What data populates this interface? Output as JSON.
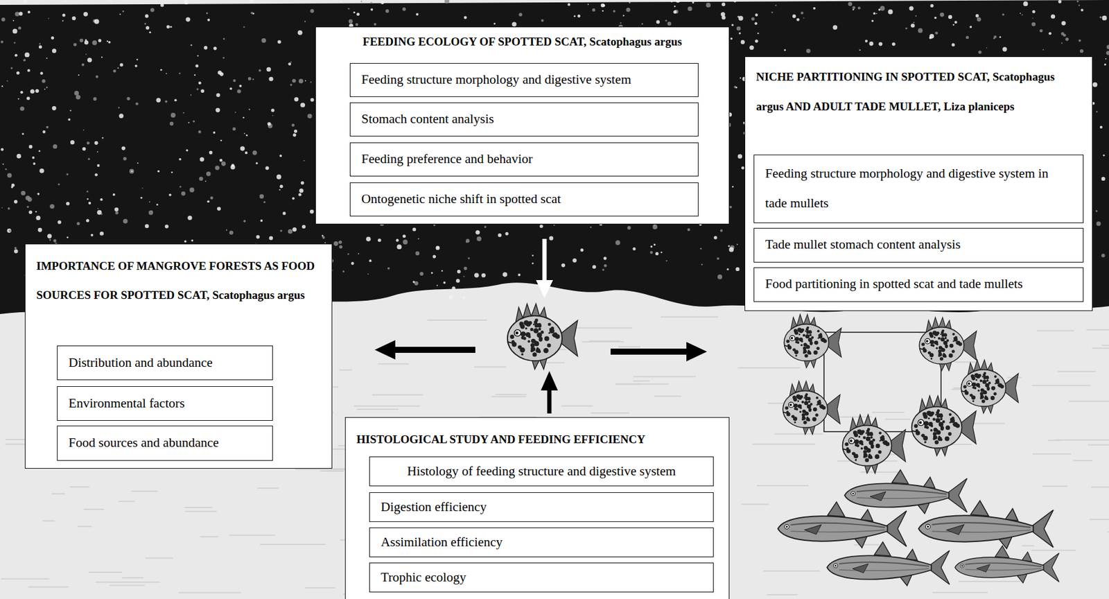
{
  "diagram": {
    "nodes": [
      {
        "text": [
          "FEEDING ECOLOGY OF SPOTTED SCAT, Scatophagus argus"
        ]
      },
      {
        "text": [
          "Feeding structure morphology and digestive system"
        ],
        "in": 0
      },
      {
        "text": [
          "Stomach content analysis"
        ],
        "in": 0
      },
      {
        "text": [
          "Feeding preference and behavior"
        ],
        "in": 0
      },
      {
        "text": [
          "Ontogenetic niche shift in spotted scat"
        ],
        "in": 0
      },
      {
        "text": [
          "NICHE PARTITIONING IN SPOTTED SCAT, Scatophagus argus AND ADULT TADE MULLET, Liza planiceps"
        ]
      },
      {
        "text": [
          "Feeding structure morphology and digestive system in tade mullets"
        ],
        "in": 5
      },
      {
        "text": [
          "Tade mullet stomach content analysis"
        ],
        "in": 5
      },
      {
        "text": [
          "Food partitioning in spotted scat and tade mullets"
        ],
        "in": 5
      },
      {
        "text": [
          "IMPORTANCE OF MANGROVE FORESTS AS FOOD SOURCES FOR SPOTTED SCAT, Scatophagus argus"
        ]
      },
      {
        "text": [
          "Distribution and abundance"
        ],
        "in": 9
      },
      {
        "text": [
          "Environmental factors"
        ],
        "in": 9
      },
      {
        "text": [
          "Food sources and abundance"
        ],
        "in": 9
      },
      {
        "text": [
          "HISTOLOGICAL STUDY AND FEEDING EFFICIENCY"
        ]
      },
      {
        "text": [
          "Histology of feeding structure and digestive system"
        ],
        "in": 13
      },
      {
        "text": [
          "Digestion efficiency"
        ],
        "in": 13
      },
      {
        "text": [
          "Assimilation efficiency"
        ],
        "in": 13
      },
      {
        "text": [
          "Trophic ecology"
        ],
        "in": 13
      }
    ]
  }
}
